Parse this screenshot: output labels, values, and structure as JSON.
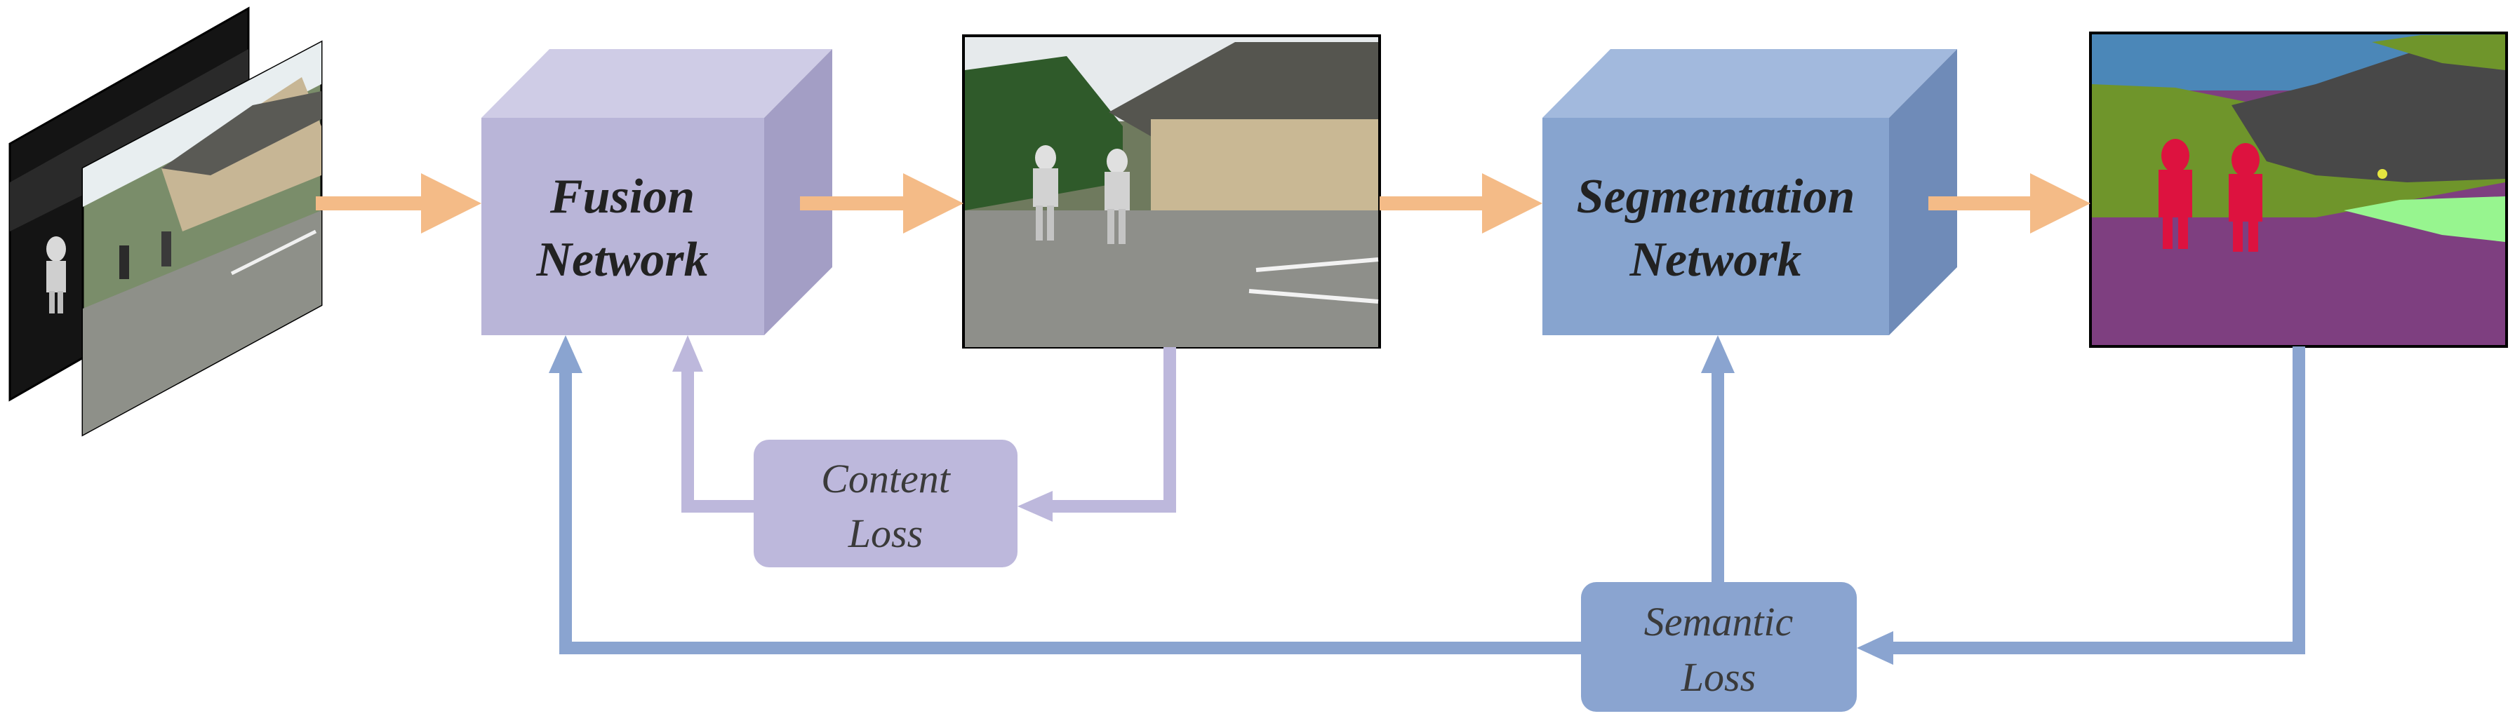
{
  "fusion_network": {
    "line1": "Fusion",
    "line2": "Network"
  },
  "segmentation_network": {
    "line1": "Segmentation",
    "line2": "Network"
  },
  "content_loss": {
    "line1": "Content",
    "line2": "Loss"
  },
  "semantic_loss": {
    "line1": "Semantic",
    "line2": "Loss"
  },
  "colors": {
    "fusion_front": "#b9b5d8",
    "fusion_top": "#cfcce6",
    "fusion_side": "#a39ec5",
    "seg_front": "#87a4cf",
    "seg_top": "#a2b9dd",
    "seg_side": "#6f8bb8",
    "flow_arrow": "#f4bb87",
    "content_loop": "#bdb8dc",
    "semantic_loop": "#8aa4d0"
  }
}
